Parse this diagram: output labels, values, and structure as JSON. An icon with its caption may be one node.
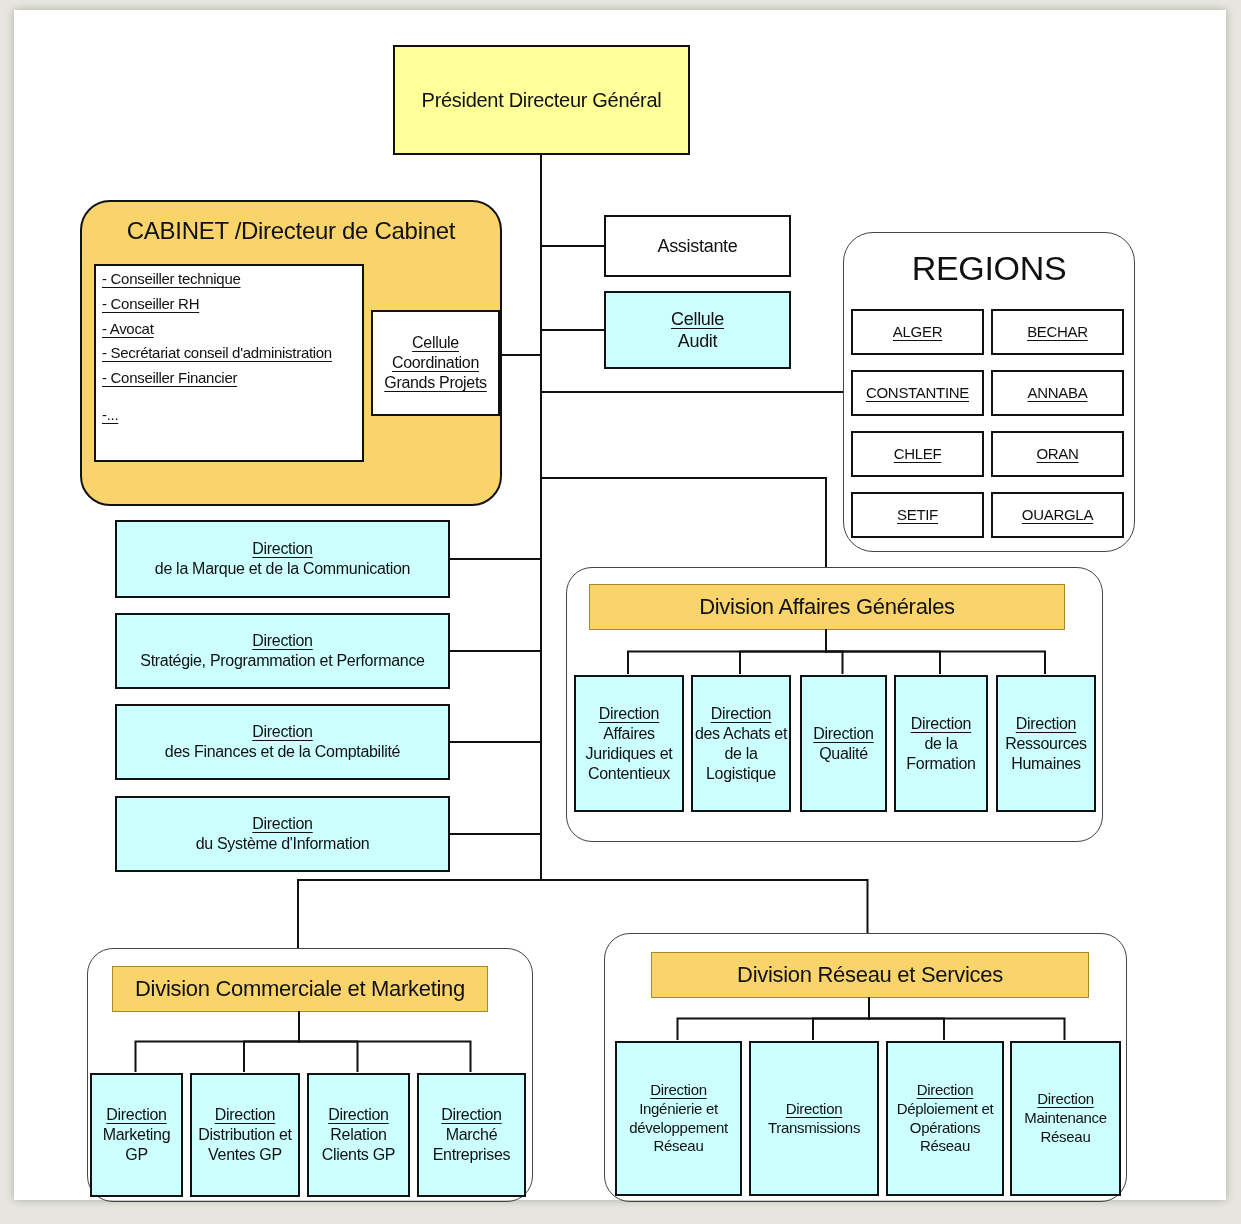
{
  "diagram": {
    "nodes": [
      {
        "text": [
          "Président Directeur Général"
        ]
      },
      {
        "text": [
          "CABINET /Directeur de Cabinet"
        ]
      },
      {
        "text": [
          "- Conseiller technique",
          "- Conseiller RH",
          "- Avocat",
          "- Secrétariat conseil d'administration",
          "- Conseiller Financier",
          "-..."
        ],
        "in": 1
      },
      {
        "text": [
          "Cellule Coordination Grands Projets"
        ],
        "in": 1
      },
      {
        "text": [
          "Assistante"
        ]
      },
      {
        "text": [
          "Cellule",
          "Audit"
        ]
      },
      {
        "text": [
          "REGIONS"
        ]
      },
      {
        "text": [
          "ALGER"
        ],
        "in": 6
      },
      {
        "text": [
          "BECHAR"
        ],
        "in": 6
      },
      {
        "text": [
          "CONSTANTINE"
        ],
        "in": 6
      },
      {
        "text": [
          "ANNABA"
        ],
        "in": 6
      },
      {
        "text": [
          "CHLEF"
        ],
        "in": 6
      },
      {
        "text": [
          "ORAN"
        ],
        "in": 6
      },
      {
        "text": [
          "SETIF"
        ],
        "in": 6
      },
      {
        "text": [
          "OUARGLA"
        ],
        "in": 6
      },
      {
        "text": [
          "Direction",
          "de la Marque et de la Communication"
        ]
      },
      {
        "text": [
          "Direction",
          "Stratégie, Programmation et Performance"
        ]
      },
      {
        "text": [
          "Direction",
          "des Finances et de la Comptabilité"
        ]
      },
      {
        "text": [
          "Direction",
          "du Système d'Information"
        ]
      },
      {
        "text": [],
        "shape": "box"
      },
      {
        "text": [
          "Division  Affaires Générales"
        ],
        "in": 19
      },
      {
        "text": [
          "Direction",
          "Affaires Juridiques et Contentieux"
        ],
        "in": 19
      },
      {
        "text": [
          "Direction",
          "des Achats et de la Logistique"
        ],
        "in": 19
      },
      {
        "text": [
          "Direction",
          "Qualité"
        ],
        "in": 19
      },
      {
        "text": [
          "Direction",
          "de la Formation"
        ],
        "in": 19
      },
      {
        "text": [
          "Direction",
          "Ressources Humaines"
        ],
        "in": 19
      },
      {
        "text": [],
        "shape": "box"
      },
      {
        "text": [
          "Division Commerciale et Marketing"
        ],
        "in": 26
      },
      {
        "text": [
          "Direction",
          "Marketing GP"
        ],
        "in": 26
      },
      {
        "text": [
          "Direction",
          "Distribution et Ventes GP"
        ],
        "in": 26
      },
      {
        "text": [
          "Direction",
          "Relation Clients GP"
        ],
        "in": 26
      },
      {
        "text": [
          "Direction",
          "Marché Entreprises"
        ],
        "in": 26
      },
      {
        "text": [],
        "shape": "box"
      },
      {
        "text": [
          "Division Réseau et Services"
        ],
        "in": 32
      },
      {
        "text": [
          "Direction",
          "Ingénierie et développement Réseau"
        ],
        "in": 32
      },
      {
        "text": [
          "Direction",
          "Transmissions"
        ],
        "in": 32
      },
      {
        "text": [
          "Direction",
          "Déploiement et Opérations Réseau"
        ],
        "in": 32
      },
      {
        "text": [
          "Direction",
          "Maintenance Réseau"
        ],
        "in": 32
      }
    ],
    "edges": [
      {
        "from": 0,
        "to": 4,
        "arrow": "none"
      },
      {
        "from": 0,
        "to": 5,
        "arrow": "none"
      },
      {
        "from": 0,
        "to": 3,
        "arrow": "none"
      },
      {
        "from": 0,
        "to": 6,
        "arrow": "none"
      },
      {
        "from": 0,
        "to": 19,
        "arrow": "none"
      },
      {
        "from": 0,
        "to": 15,
        "arrow": "none"
      },
      {
        "from": 0,
        "to": 16,
        "arrow": "none"
      },
      {
        "from": 0,
        "to": 17,
        "arrow": "none"
      },
      {
        "from": 0,
        "to": 18,
        "arrow": "none"
      },
      {
        "from": 0,
        "to": 26,
        "arrow": "none"
      },
      {
        "from": 0,
        "to": 32,
        "arrow": "none"
      },
      {
        "from": 20,
        "to": 21,
        "arrow": "none"
      },
      {
        "from": 20,
        "to": 22,
        "arrow": "none"
      },
      {
        "from": 20,
        "to": 23,
        "arrow": "none"
      },
      {
        "from": 20,
        "to": 24,
        "arrow": "none"
      },
      {
        "from": 20,
        "to": 25,
        "arrow": "none"
      },
      {
        "from": 27,
        "to": 28,
        "arrow": "none"
      },
      {
        "from": 27,
        "to": 29,
        "arrow": "none"
      },
      {
        "from": 27,
        "to": 30,
        "arrow": "none"
      },
      {
        "from": 27,
        "to": 31,
        "arrow": "none"
      },
      {
        "from": 33,
        "to": 34,
        "arrow": "none"
      },
      {
        "from": 33,
        "to": 35,
        "arrow": "none"
      },
      {
        "from": 33,
        "to": 36,
        "arrow": "none"
      },
      {
        "from": 33,
        "to": 37,
        "arrow": "none"
      }
    ]
  }
}
